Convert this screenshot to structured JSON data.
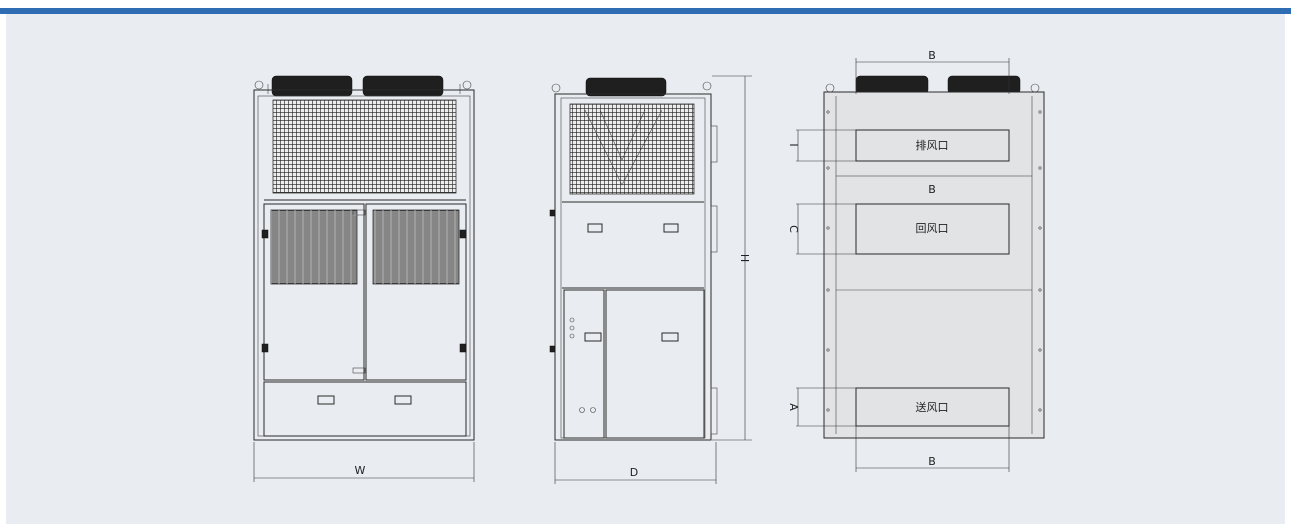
{
  "colors": {
    "accent": "#2e6db4",
    "panel": "#e9ecf0",
    "line": "#2a2a2a"
  },
  "views": {
    "front": {
      "width_label": "W"
    },
    "side": {
      "depth_label": "D",
      "height_label": "H"
    },
    "back": {
      "top_b_label": "B",
      "mid_b_label": "B",
      "bottom_b_label": "B",
      "exhaust_label": "排风口",
      "return_label": "回风口",
      "supply_label": "送风口",
      "i_label": "I",
      "c_label": "C",
      "a_label": "A"
    }
  }
}
